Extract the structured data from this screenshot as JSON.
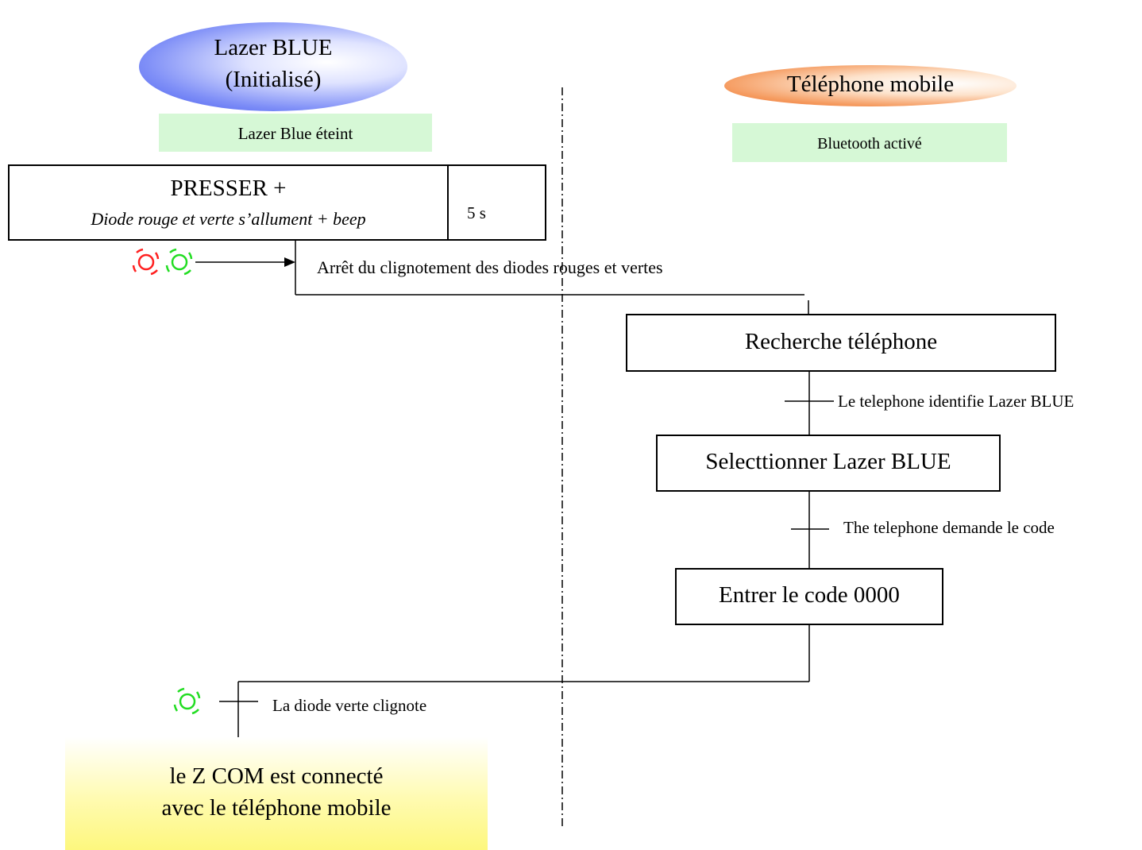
{
  "left_header": {
    "title": "Lazer BLUE",
    "subtitle": "(Initialisé)",
    "state": "Lazer Blue éteint"
  },
  "right_header": {
    "title": "Téléphone mobile",
    "state": "Bluetooth activé"
  },
  "step_press": {
    "action": "PRESSER +",
    "detail": "Diode rouge et verte s’allument + beep",
    "duration": "5 s"
  },
  "transitions": {
    "stop_blink": "Arrêt du clignotement des diodes rouges et vertes",
    "phone_identifies": "Le telephone identifie Lazer BLUE",
    "phone_asks_code": "The telephone demande le code",
    "green_blinks": "La diode verte clignote"
  },
  "steps": {
    "search": "Recherche téléphone",
    "select": "Selecttionner Lazer BLUE",
    "enter_code": "Entrer le code 0000"
  },
  "final_state": {
    "line1": "le Z COM est connecté",
    "line2": "avec le téléphone mobile"
  },
  "colors": {
    "led_red": "#ff2020",
    "led_green": "#22dd22",
    "state_box": "#d6f8d6"
  }
}
